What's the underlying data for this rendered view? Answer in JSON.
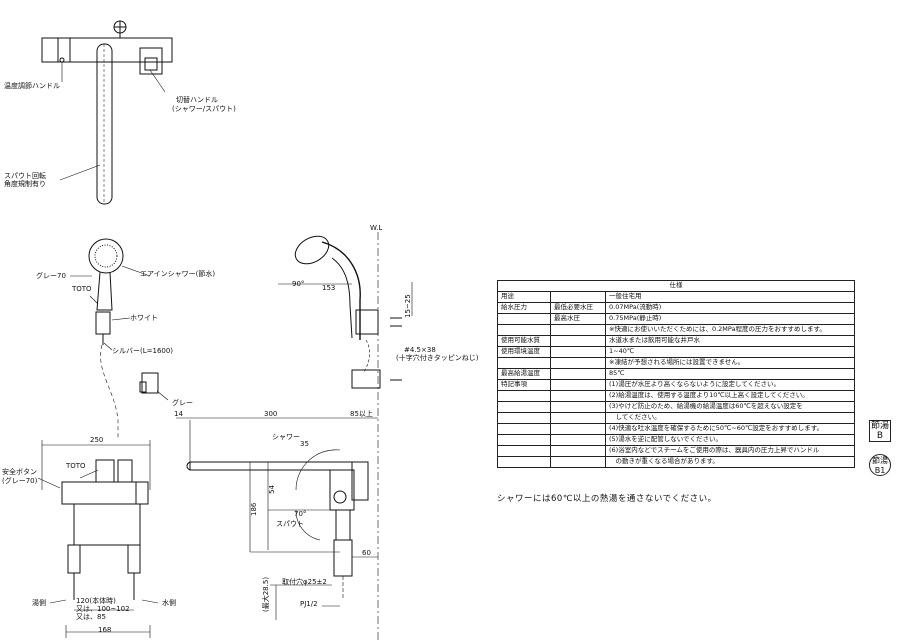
{
  "labels": {
    "temp_handle": "温度調節ハンドル",
    "switch_handle": "切替ハンドル",
    "switch_handle_sub": "(シャワー/スパウト)",
    "spout_rotation_1": "スパウト回転",
    "spout_rotation_2": "角度規制有り",
    "gray70": "グレー70",
    "totd": "TOTO",
    "air_shower": "エアインシャワー(節水)",
    "white": "ホワイト",
    "silver": "シルバー(L=1600)",
    "gray": "グレー",
    "safety_button_1": "安全ボタン",
    "safety_button_2": "(グレー70)",
    "totd2": "TOTO",
    "hot_side": "湯側",
    "cold_side": "水側",
    "wl": "W.L",
    "shower": "シャワー",
    "spout": "スパウト",
    "screw_1": "#4.5×38",
    "screw_2": "(十字穴付きタッピンねじ)",
    "mount_hole": "取付穴φ25±2",
    "pj": "PJ1/2"
  },
  "dimensions": {
    "d250": "250",
    "d120": "120(本体時)",
    "d100": "又は、100~102",
    "d85b": "又は、85",
    "d168": "168",
    "d14": "14",
    "d300": "300",
    "d85": "85以上",
    "d153": "153",
    "d15_25": "15~25",
    "d90": "90°",
    "d35": "35",
    "d54": "54",
    "d186": "186",
    "d70": "70°",
    "d60": "60",
    "d28_5": "(最大28.5)"
  },
  "spec_table": {
    "title": "仕様",
    "rows": [
      {
        "a": "用途",
        "b": "",
        "c": "一般住宅用"
      },
      {
        "a": "給水圧力",
        "b": "最低必要水圧",
        "c": "0.07MPa(流動時)"
      },
      {
        "a": "",
        "b": "最高水圧",
        "c": "0.75MPa(静止時)"
      },
      {
        "a": "",
        "b": "",
        "c": "※快適にお使いいただくためには、0.2MPa程度の圧力をおすすめします。"
      },
      {
        "a": "使用可能水質",
        "b": "",
        "c": "水道水または飲用可能な井戸水"
      },
      {
        "a": "使用環境温度",
        "b": "",
        "c": "1~40℃"
      },
      {
        "a": "",
        "b": "",
        "c": "※凍結が予想される場所には設置できません。"
      },
      {
        "a": "最高給湯温度",
        "b": "",
        "c": "85℃"
      },
      {
        "a": "特記事項",
        "b": "",
        "c": "(1)湯圧が水圧より高くならないように設定してください。"
      },
      {
        "a": "",
        "b": "",
        "c": "(2)給湯温度は、使用する温度より10℃以上高く設定してください。"
      },
      {
        "a": "",
        "b": "",
        "c": "(3)やけど防止のため、給湯機の給湯温度は60℃を超えない設定を"
      },
      {
        "a": "",
        "b": "",
        "c": "　してください。"
      },
      {
        "a": "",
        "b": "",
        "c": "(4)快適な吐水温度を確保するために50℃~60℃設定をおすすめします。"
      },
      {
        "a": "",
        "b": "",
        "c": "(5)湯水を逆に配管しないでください。"
      },
      {
        "a": "",
        "b": "",
        "c": "(6)浴室内などでスチームをご使用の際は、器具内の圧力上昇でハンドル"
      },
      {
        "a": "",
        "b": "",
        "c": "　の動きが重くなる場合があります。"
      }
    ]
  },
  "note": "シャワーには60℃以上の熱湯を通さないでください。",
  "badges": {
    "b1_top": "節湯",
    "b1_bottom": "B",
    "b2_top": "節湯",
    "b2_bottom": "B1"
  }
}
